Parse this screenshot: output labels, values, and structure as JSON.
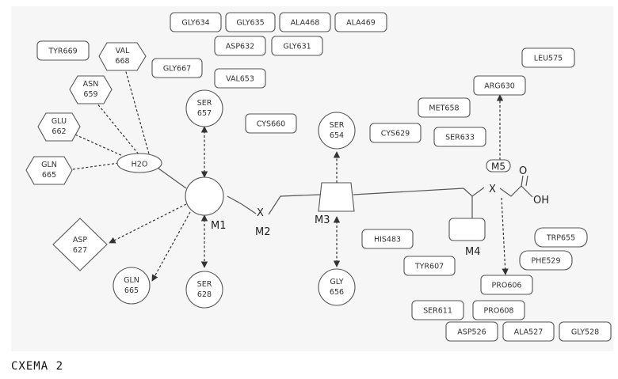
{
  "residues": {
    "gly634": "GLY634",
    "gly635": "GLY635",
    "ala468": "ALA468",
    "ala469": "ALA469",
    "asp632": "ASP632",
    "gly631": "GLY631",
    "tyr669": "TYR669",
    "val668_a": "VAL",
    "val668_b": "668",
    "gly667": "GLY667",
    "val653": "VAL653",
    "asn659_a": "ASN",
    "asn659_b": "659",
    "ser657_a": "SER",
    "ser657_b": "657",
    "cys660": "CYS660",
    "glu662_a": "GLU",
    "glu662_b": "662",
    "gln665a_a": "GLN",
    "gln665a_b": "665",
    "h2o": "H2O",
    "asp627_a": "ASP",
    "asp627_b": "627",
    "gln665b_a": "GLN",
    "gln665b_b": "665",
    "ser628_a": "SER",
    "ser628_b": "628",
    "ser654_a": "SER",
    "ser654_b": "654",
    "gly656_a": "GLY",
    "gly656_b": "656",
    "his483": "HIS483",
    "tyr607": "TYR607",
    "met658": "MET658",
    "cys629": "CYS629",
    "ser633": "SER633",
    "arg630": "ARG630",
    "leu575": "LEU575",
    "trp655": "TRP655",
    "phe529": "PHE529",
    "pro606": "PRO606",
    "ser611": "SER611",
    "pro608": "PRO608",
    "asp526": "ASP526",
    "ala527": "ALA527",
    "gly528": "GLY528"
  },
  "labels": {
    "m1": "M1",
    "m2": "M2",
    "m3": "M3",
    "m4": "M4",
    "m5": "M5",
    "x1": "X",
    "x2": "X",
    "o": "O",
    "oh": "OH"
  },
  "caption": "CXEMA 2"
}
